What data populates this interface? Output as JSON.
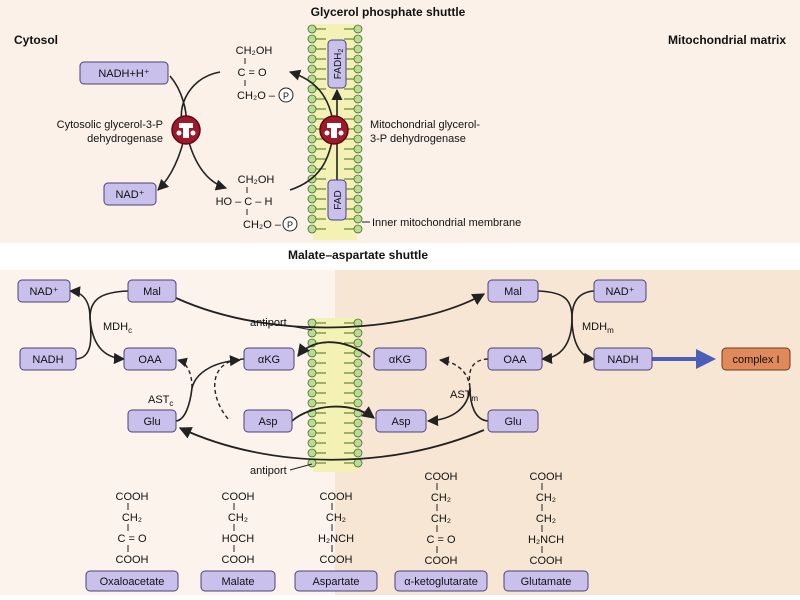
{
  "colors": {
    "cytosol_bg": "#fbf1e8",
    "matrix_bg": "#f8e6d4",
    "box_fill": "#c9c0ec",
    "box_stroke": "#4a4275",
    "membrane_fill": "#f4f1b4",
    "lipid_head": "#b7dd93",
    "enzyme_red": "#a0192a",
    "complex_fill": "#e08a5c",
    "blue_arrow": "#4a5fb5"
  },
  "glycerol": {
    "title": "Glycerol phosphate shuttle",
    "cytosol_label": "Cytosol",
    "matrix_label": "Mitochondrial matrix",
    "nadh": "NADH+H⁺",
    "nad": "NAD⁺",
    "cyto_enzyme_line1": "Cytosolic glycerol-3-P",
    "cyto_enzyme_line2": "dehydrogenase",
    "mito_enzyme_line1": "Mitochondrial glycerol-",
    "mito_enzyme_line2": "3-P dehydrogenase",
    "membrane_label": "Inner mitochondrial membrane",
    "fadh2_main": "FADH",
    "fadh2_sub": "2",
    "fad": "FAD",
    "dhap": {
      "l1": "CH₂OH",
      "l2": "C = O",
      "l3": "CH₂O –",
      "p": "P"
    },
    "g3p": {
      "l1": "CH₂OH",
      "l2": "HO – C – H",
      "l3": "CH₂O –",
      "p": "P"
    }
  },
  "malate": {
    "title": "Malate–aspartate shuttle",
    "left": {
      "nad": "NAD⁺",
      "nadh": "NADH",
      "mal": "Mal",
      "oaa": "OAA",
      "akg": "αKG",
      "asp": "Asp",
      "glu": "Glu",
      "mdh": "MDH",
      "mdh_sub": "c",
      "ast": "AST",
      "ast_sub": "c"
    },
    "right": {
      "nad": "NAD⁺",
      "nadh": "NADH",
      "mal": "Mal",
      "oaa": "OAA",
      "akg": "αKG",
      "asp": "Asp",
      "glu": "Glu",
      "mdh": "MDH",
      "mdh_sub": "m",
      "ast": "AST",
      "ast_sub": "m"
    },
    "complex": "complex I",
    "antiport_top": "antiport",
    "antiport_bottom": "antiport"
  },
  "structures": [
    {
      "name": "Oxaloacetate",
      "lines": [
        "COOH",
        "CH₂",
        "C = O",
        "COOH"
      ]
    },
    {
      "name": "Malate",
      "lines": [
        "COOH",
        "CH₂",
        "HOCH",
        "COOH"
      ]
    },
    {
      "name": "Aspartate",
      "lines": [
        "COOH",
        "CH₂",
        "H₂NCH",
        "COOH"
      ]
    },
    {
      "name": "α-ketoglutarate",
      "lines": [
        "COOH",
        "CH₂",
        "CH₂",
        "C = O",
        "COOH"
      ]
    },
    {
      "name": "Glutamate",
      "lines": [
        "COOH",
        "CH₂",
        "CH₂",
        "H₂NCH",
        "COOH"
      ]
    }
  ]
}
